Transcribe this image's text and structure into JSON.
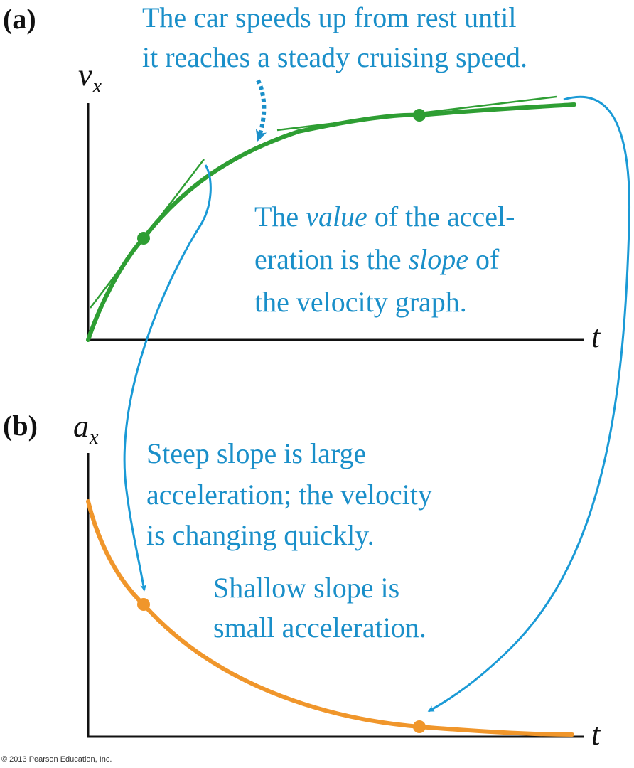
{
  "panels": {
    "a": {
      "label": "(a)",
      "y_axis": "v",
      "y_sub": "x",
      "x_axis": "t"
    },
    "b": {
      "label": "(b)",
      "y_axis": "a",
      "y_sub": "x",
      "x_axis": "t"
    }
  },
  "annotations": {
    "car_lines": [
      "The car speeds up from rest until",
      "it reaches a steady cruising speed."
    ],
    "slope_lines": [
      {
        "before": "The ",
        "em": "value",
        "after": " of the accel-"
      },
      {
        "before": "eration is the ",
        "em": "slope",
        "after": " of"
      },
      {
        "before": "the velocity graph.",
        "em": "",
        "after": ""
      }
    ],
    "steep_lines": [
      "Steep slope is large",
      "acceleration; the velocity",
      "is changing quickly."
    ],
    "shallow_lines": [
      "Shallow slope is",
      "small acceleration."
    ]
  },
  "copyright": "© 2013 Pearson Education, Inc.",
  "colors": {
    "velocity_curve": "#2e9e33",
    "acceleration_curve": "#f0962b",
    "annotation_text": "#1a8fc9",
    "arrow": "#1a9ad6",
    "axis": "#111111"
  }
}
